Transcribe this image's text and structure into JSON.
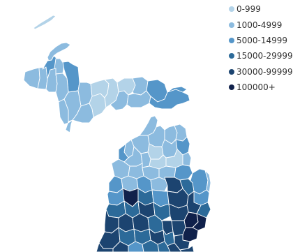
{
  "map": {
    "region": "Michigan counties",
    "bins": [
      {
        "label": "0-999",
        "color": "#b3d3e8"
      },
      {
        "label": "1000-4999",
        "color": "#8cbbdf"
      },
      {
        "label": "5000-14999",
        "color": "#5596c9"
      },
      {
        "label": "15000-29999",
        "color": "#2c6a99"
      },
      {
        "label": "30000-99999",
        "color": "#1c4470"
      },
      {
        "label": "100000+",
        "color": "#10214b"
      }
    ]
  }
}
